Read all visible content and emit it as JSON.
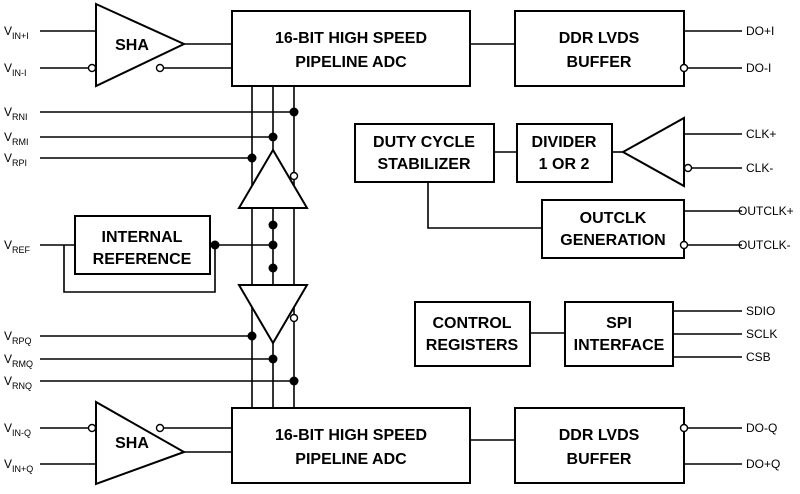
{
  "blocks": {
    "sha_i": "SHA",
    "sha_q": "SHA",
    "adc_i": [
      "16-BIT HIGH SPEED",
      "PIPELINE ADC"
    ],
    "adc_q": [
      "16-BIT HIGH SPEED",
      "PIPELINE ADC"
    ],
    "lvds_i": [
      "DDR LVDS",
      "BUFFER"
    ],
    "lvds_q": [
      "DDR LVDS",
      "BUFFER"
    ],
    "dcs": [
      "DUTY CYCLE",
      "STABILIZER"
    ],
    "divider": [
      "DIVIDER",
      "1 OR 2"
    ],
    "outclk_gen": [
      "OUTCLK",
      "GENERATION"
    ],
    "int_ref": [
      "INTERNAL",
      "REFERENCE"
    ],
    "ctrl_reg": [
      "CONTROL",
      "REGISTERS"
    ],
    "spi": [
      "SPI",
      "INTERFACE"
    ]
  },
  "inputs": {
    "vin_pos_i": {
      "main": "V",
      "sub": "IN+I"
    },
    "vin_neg_i": {
      "main": "V",
      "sub": "IN-I"
    },
    "vrni": {
      "main": "V",
      "sub": "RNI"
    },
    "vrmi": {
      "main": "V",
      "sub": "RMI"
    },
    "vrpi": {
      "main": "V",
      "sub": "RPI"
    },
    "vref": {
      "main": "V",
      "sub": "REF"
    },
    "vrpq": {
      "main": "V",
      "sub": "RPQ"
    },
    "vrmq": {
      "main": "V",
      "sub": "RMQ"
    },
    "vrnq": {
      "main": "V",
      "sub": "RNQ"
    },
    "vin_neg_q": {
      "main": "V",
      "sub": "IN-Q"
    },
    "vin_pos_q": {
      "main": "V",
      "sub": "IN+Q"
    }
  },
  "outputs": {
    "do_pos_i": "DO+I",
    "do_neg_i": "DO-I",
    "clk_pos": "CLK+",
    "clk_neg": "CLK-",
    "outclk_pos": "OUTCLK+",
    "outclk_neg": "OUTCLK-",
    "sdio": "SDIO",
    "sclk": "SCLK",
    "csb": "CSB",
    "do_neg_q": "DO-Q",
    "do_pos_q": "DO+Q"
  }
}
